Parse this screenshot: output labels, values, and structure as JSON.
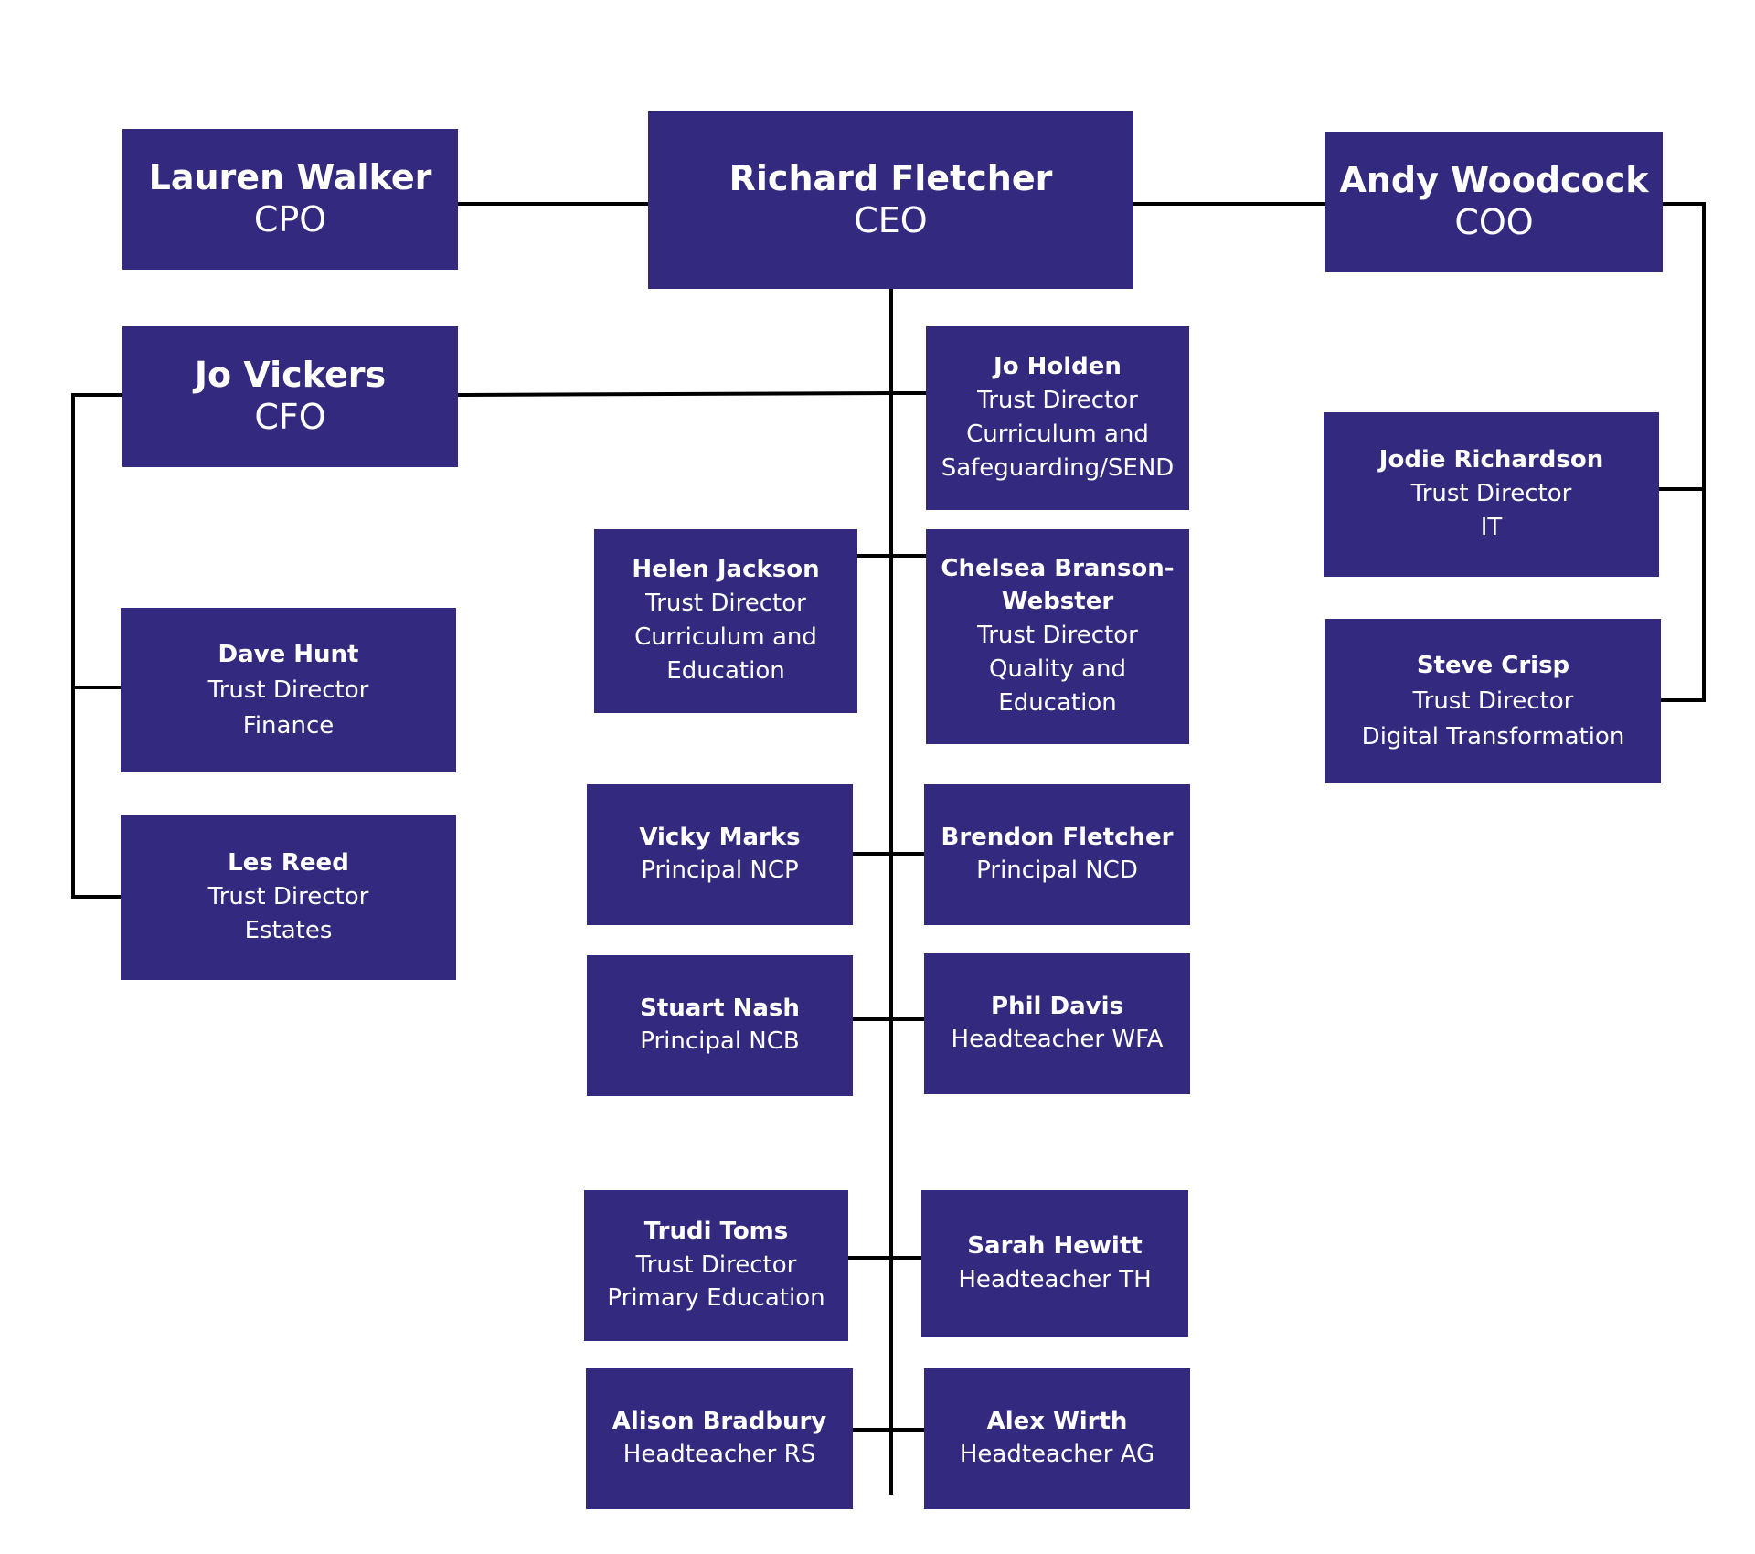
{
  "executives": {
    "cpo": {
      "name": "Lauren Walker",
      "role": "CPO"
    },
    "ceo": {
      "name": "Richard Fletcher",
      "role": "CEO"
    },
    "coo": {
      "name": "Andy Woodcock",
      "role": "COO"
    },
    "cfo": {
      "name": "Jo Vickers",
      "role": "CFO"
    }
  },
  "finance_team": [
    {
      "name": "Dave Hunt",
      "lines": [
        "Trust Director",
        "Finance"
      ]
    },
    {
      "name": "Les Reed",
      "lines": [
        "Trust Director",
        "Estates"
      ]
    }
  ],
  "operations_team": [
    {
      "name": "Jodie Richardson",
      "lines": [
        "Trust Director",
        "IT"
      ]
    },
    {
      "name": "Steve Crisp",
      "lines": [
        "Trust Director",
        "Digital Transformation"
      ]
    }
  ],
  "ceo_team": {
    "jo_holden": {
      "name": "Jo Holden",
      "lines": [
        "Trust Director",
        "Curriculum and",
        "Safeguarding/SEND"
      ]
    },
    "helen_jackson": {
      "name": "Helen Jackson",
      "lines": [
        "Trust Director",
        "Curriculum and",
        "Education"
      ]
    },
    "chelsea": {
      "name_lines": [
        "Chelsea Branson-",
        "Webster"
      ],
      "lines": [
        "Trust Director",
        "Quality and",
        "Education"
      ]
    },
    "vicky_marks": {
      "name": "Vicky Marks",
      "lines": [
        "Principal NCP"
      ]
    },
    "brendon_fletcher": {
      "name": "Brendon Fletcher",
      "lines": [
        "Principal NCD"
      ]
    },
    "stuart_nash": {
      "name": "Stuart Nash",
      "lines": [
        "Principal NCB"
      ]
    },
    "phil_davis": {
      "name": "Phil Davis",
      "lines": [
        "Headteacher WFA"
      ]
    },
    "trudi_toms": {
      "name": "Trudi Toms",
      "lines": [
        "Trust Director",
        "Primary Education"
      ]
    },
    "sarah_hewitt": {
      "name": "Sarah Hewitt",
      "lines": [
        "Headteacher TH"
      ]
    },
    "alison_bradbury": {
      "name": "Alison Bradbury",
      "lines": [
        "Headteacher RS"
      ]
    },
    "alex_wirth": {
      "name": "Alex Wirth",
      "lines": [
        "Headteacher AG"
      ]
    }
  },
  "colors": {
    "box_fill": "#33297f",
    "box_text": "#ffffff",
    "connector": "#000000"
  }
}
